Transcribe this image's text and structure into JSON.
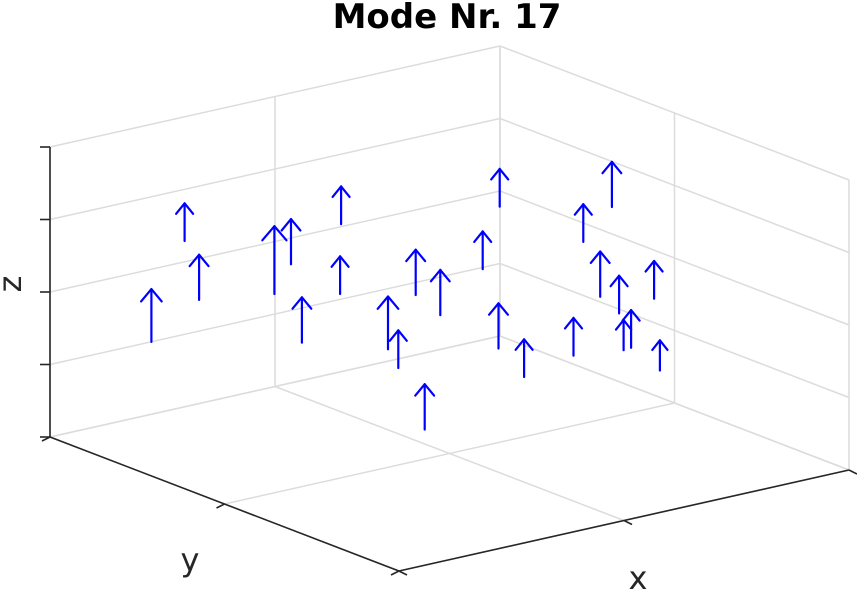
{
  "chart_data": {
    "type": "quiver3d",
    "title": "Mode Nr. 17",
    "xlabel": "x",
    "ylabel": "y",
    "zlabel": "z",
    "grid": true,
    "tick_labels_shown": false,
    "arrow_color": "#0000ff",
    "grid_color": "#dcdcdc",
    "axis_color": "#262626",
    "arrows": [
      {
        "x": 0.12,
        "y": 0.78,
        "z": 0.62,
        "dz": 0.05
      },
      {
        "x": 0.25,
        "y": 0.62,
        "z": 0.42,
        "dz": 0.09
      },
      {
        "x": 0.28,
        "y": 0.82,
        "z": 0.47,
        "dz": 0.06
      },
      {
        "x": 0.2,
        "y": 0.9,
        "z": 0.33,
        "dz": 0.07
      },
      {
        "x": 0.4,
        "y": 0.65,
        "z": 0.57,
        "dz": 0.06
      },
      {
        "x": 0.45,
        "y": 0.55,
        "z": 0.69,
        "dz": 0.05
      },
      {
        "x": 0.42,
        "y": 0.42,
        "z": 0.21,
        "dz": 0.07
      },
      {
        "x": 0.48,
        "y": 0.38,
        "z": 0.4,
        "dz": 0.06
      },
      {
        "x": 0.55,
        "y": 0.6,
        "z": 0.49,
        "dz": 0.05
      },
      {
        "x": 0.52,
        "y": 0.68,
        "z": 0.34,
        "dz": 0.06
      },
      {
        "x": 0.6,
        "y": 0.48,
        "z": 0.21,
        "dz": 0.05
      },
      {
        "x": 0.58,
        "y": 0.22,
        "z": 0.68,
        "dz": 0.05
      },
      {
        "x": 0.66,
        "y": 0.3,
        "z": 0.51,
        "dz": 0.05
      },
      {
        "x": 0.65,
        "y": 0.4,
        "z": 0.38,
        "dz": 0.06
      },
      {
        "x": 0.7,
        "y": 0.28,
        "z": 0.24,
        "dz": 0.06
      },
      {
        "x": 0.78,
        "y": 0.5,
        "z": 0.05,
        "dz": 0.06
      },
      {
        "x": 0.77,
        "y": 0.25,
        "z": 0.15,
        "dz": 0.05
      },
      {
        "x": 0.88,
        "y": 0.18,
        "z": 0.23,
        "dz": 0.05
      },
      {
        "x": 0.85,
        "y": 0.1,
        "z": 0.4,
        "dz": 0.06
      },
      {
        "x": 0.93,
        "y": 0.08,
        "z": 0.23,
        "dz": 0.04
      },
      {
        "x": 0.92,
        "y": 0.0,
        "z": 0.38,
        "dz": 0.05
      },
      {
        "x": 0.7,
        "y": 0.0,
        "z": 0.64,
        "dz": 0.06
      },
      {
        "x": 0.72,
        "y": 0.08,
        "z": 0.55,
        "dz": 0.05
      },
      {
        "x": 0.78,
        "y": 0.02,
        "z": 0.3,
        "dz": 0.05
      },
      {
        "x": 0.8,
        "y": 0.0,
        "z": 0.18,
        "dz": 0.05
      },
      {
        "x": 0.95,
        "y": 0.0,
        "z": 0.14,
        "dz": 0.04
      }
    ]
  }
}
